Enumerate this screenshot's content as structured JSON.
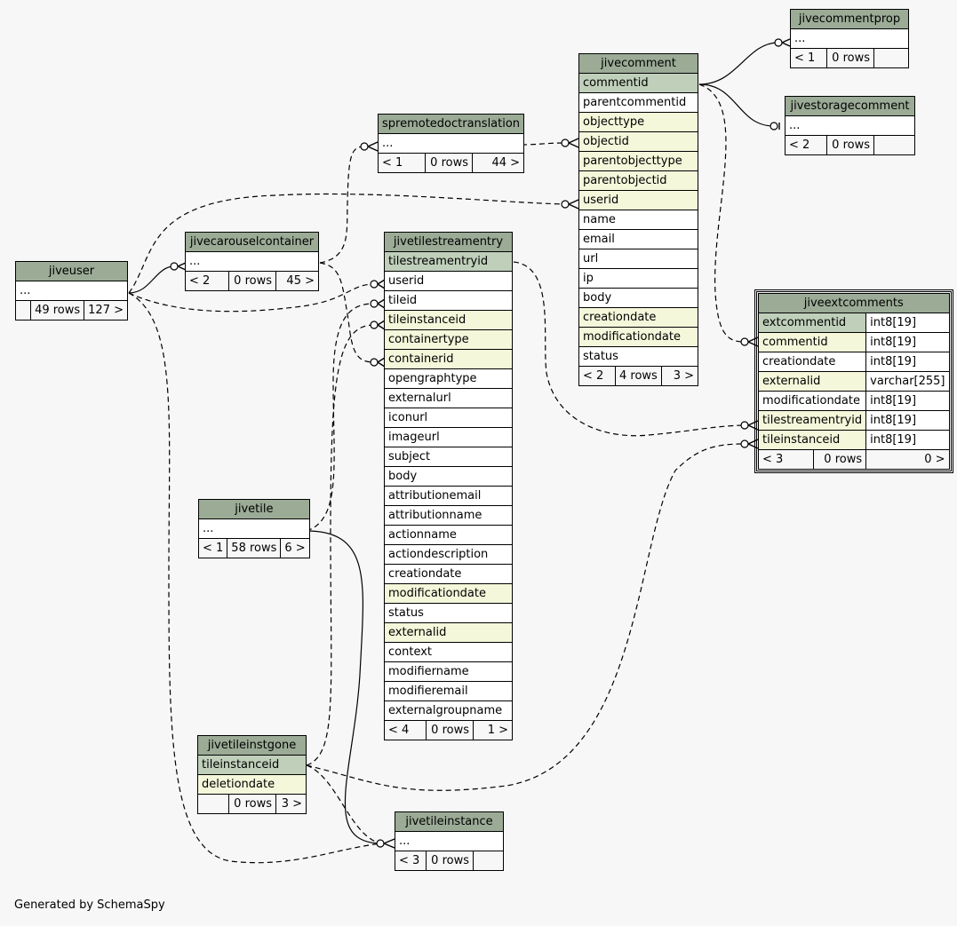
{
  "footer": "Generated by SchemaSpy",
  "tables": {
    "jivecommentprop": {
      "name": "jivecommentprop",
      "rows": [
        "..."
      ],
      "stats": [
        "< 1",
        "0 rows",
        ""
      ]
    },
    "jivestoragecomment": {
      "name": "jivestoragecomment",
      "rows": [
        "..."
      ],
      "stats": [
        "< 2",
        "0 rows",
        ""
      ]
    },
    "spremotedoctranslation": {
      "name": "spremotedoctranslation",
      "rows": [
        "..."
      ],
      "stats": [
        "< 1",
        "0 rows",
        "44 >"
      ]
    },
    "jivecomment": {
      "name": "jivecomment",
      "rows": [
        "commentid",
        "parentcommentid",
        "objecttype",
        "objectid",
        "parentobjecttype",
        "parentobjectid",
        "userid",
        "name",
        "email",
        "url",
        "ip",
        "body",
        "creationdate",
        "modificationdate",
        "status"
      ],
      "stats": [
        "< 2",
        "4 rows",
        "3 >"
      ]
    },
    "jivecarouselcontainer": {
      "name": "jivecarouselcontainer",
      "rows": [
        "..."
      ],
      "stats": [
        "< 2",
        "0 rows",
        "45 >"
      ]
    },
    "jiveuser": {
      "name": "jiveuser",
      "rows": [
        "..."
      ],
      "stats": [
        "",
        "49 rows",
        "127 >"
      ]
    },
    "jivetilestreamentry": {
      "name": "jivetilestreamentry",
      "rows": [
        "tilestreamentryid",
        "userid",
        "tileid",
        "tileinstanceid",
        "containertype",
        "containerid",
        "opengraphtype",
        "externalurl",
        "iconurl",
        "imageurl",
        "subject",
        "body",
        "attributionemail",
        "attributionname",
        "actionname",
        "actiondescription",
        "creationdate",
        "modificationdate",
        "status",
        "externalid",
        "context",
        "modifiername",
        "modifieremail",
        "externalgroupname"
      ],
      "stats": [
        "< 4",
        "0 rows",
        "1 >"
      ]
    },
    "jiveextcomments": {
      "name": "jiveextcomments",
      "rows": [
        "extcommentid",
        "commentid",
        "creationdate",
        "externalid",
        "modificationdate",
        "tilestreamentryid",
        "tileinstanceid"
      ],
      "types": [
        "int8[19]",
        "int8[19]",
        "int8[19]",
        "varchar[255]",
        "int8[19]",
        "int8[19]",
        "int8[19]"
      ],
      "stats": [
        "< 3",
        "0 rows",
        "0 >"
      ]
    },
    "jivetile": {
      "name": "jivetile",
      "rows": [
        "..."
      ],
      "stats": [
        "< 1",
        "58 rows",
        "6 >"
      ]
    },
    "jivetileinstgone": {
      "name": "jivetileinstgone",
      "rows": [
        "tileinstanceid",
        "deletiondate"
      ],
      "stats": [
        "",
        "0 rows",
        "3 >"
      ]
    },
    "jivetileinstance": {
      "name": "jivetileinstance",
      "rows": [
        "..."
      ],
      "stats": [
        "< 3",
        "0 rows",
        ""
      ]
    }
  }
}
